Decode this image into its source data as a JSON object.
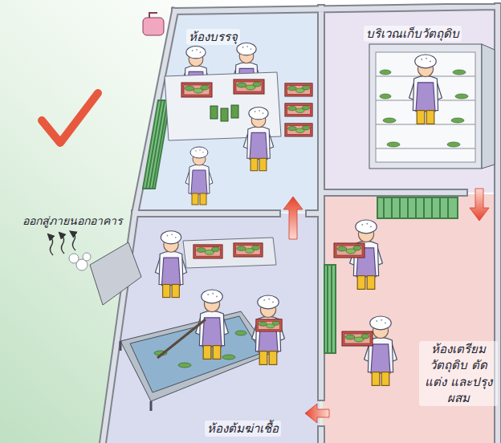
{
  "diagram": {
    "nodes": [
      {
        "text": [
          "ห้องบรรจุ"
        ]
      },
      {
        "text": [
          "บริเวณเก็บวัตถุดิบ"
        ]
      },
      {
        "text": [
          "ห้องเตรียม วัตถุดิบ ตัดแต่ง และปรุงผสม"
        ]
      },
      {
        "text": [
          "ห้องต้มฆ่าเชื้อ"
        ]
      }
    ],
    "edges": [
      {
        "from": 1,
        "to": 2,
        "arrow": "to"
      },
      {
        "from": 2,
        "to": 3,
        "arrow": "to"
      },
      {
        "from": 3,
        "to": 0,
        "arrow": "to"
      }
    ],
    "labels": [
      "ออกสู่ภายนอกอาคาร"
    ]
  }
}
